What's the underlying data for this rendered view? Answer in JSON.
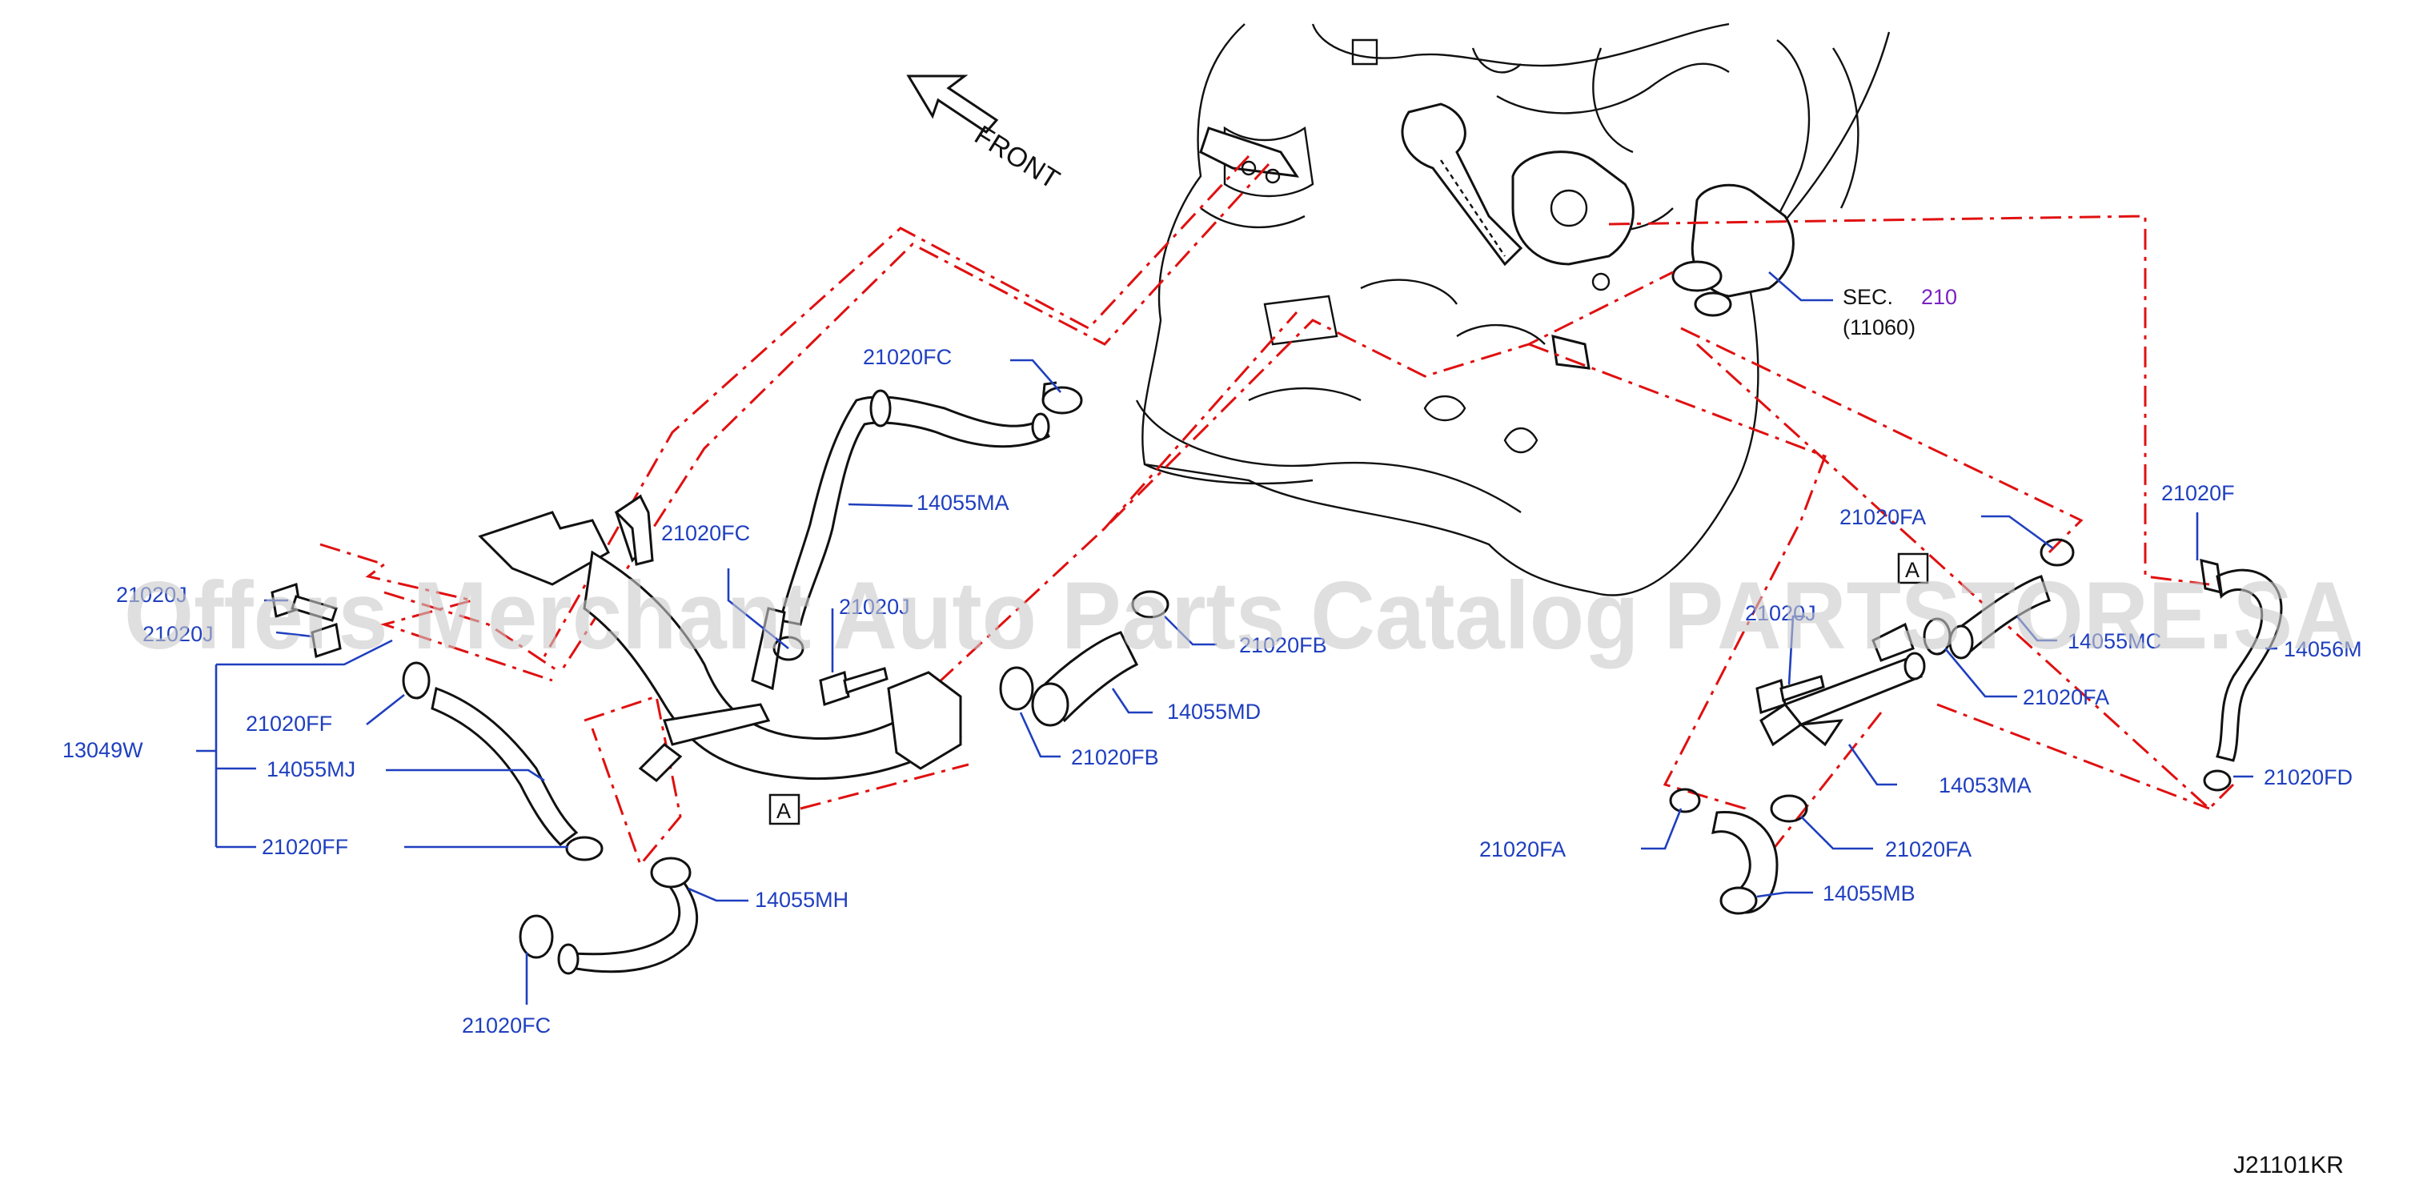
{
  "front_label": "FRONT",
  "diagram_code": "J21101KR",
  "watermark": "Offers Merchant Auto Parts Catalog PARTSTORE.SA",
  "reference": {
    "prefix": "SEC.",
    "number": "210",
    "sub": "(11060)"
  },
  "view_markers": [
    "A",
    "A"
  ],
  "labels": {
    "c_21020FC_top": "21020FC",
    "c_14055MA": "14055MA",
    "c_21020FC_mid": "21020FC",
    "c_21020J_a": "21020J",
    "c_21020J_b": "21020J",
    "c_21020J_c": "21020J",
    "c_13049W": "13049W",
    "c_21020FF_a": "21020FF",
    "c_14055MJ": "14055MJ",
    "c_21020FF_b": "21020FF",
    "c_21020FB_a": "21020FB",
    "c_14055MD": "14055MD",
    "c_21020FB_b": "21020FB",
    "c_14055MH": "14055MH",
    "c_21020FC_bot": "21020FC",
    "c_21020FA_a": "21020FA",
    "c_21020J_d": "21020J",
    "c_14055MC": "14055MC",
    "c_21020FA_b": "21020FA",
    "c_14053MA": "14053MA",
    "c_21020FA_c": "21020FA",
    "c_21020FA_d": "21020FA",
    "c_14055MB": "14055MB",
    "c_21020F": "21020F",
    "c_14056M": "14056M",
    "c_21020FD": "21020FD"
  }
}
